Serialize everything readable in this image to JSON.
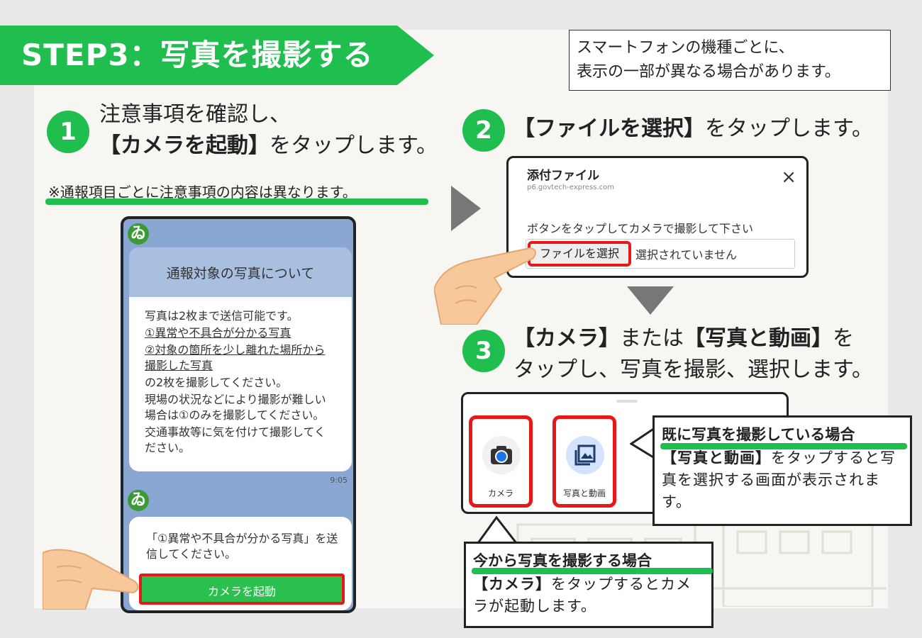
{
  "header": {
    "title": "STEP3：写真を撮影する",
    "note_line1": "スマートフォンの機種ごとに、",
    "note_line2": "表示の一部が異なる場合があります。"
  },
  "step1": {
    "number": "1",
    "line1": "注意事項を確認し、",
    "line2_bold": "【カメラを起動】",
    "line2_rest": "をタップします。",
    "caution": "※通報項目ごとに注意事項の内容は異なります。"
  },
  "phone": {
    "bot_icon": "ゐ",
    "card_title": "通報対象の写真について",
    "body": [
      {
        "text": "写真は2枚まで送信可能です。",
        "underline": false
      },
      {
        "text": "①異常や不具合が分かる写真",
        "underline": true
      },
      {
        "text": "②対象の箇所を少し離れた場所から撮影した写真",
        "underline": true
      },
      {
        "text": "の2枚を撮影してください。",
        "underline": false
      },
      {
        "text": "現場の状況などにより撮影が難しい場合は①のみを撮影してください。",
        "underline": false
      },
      {
        "text": "交通事故等に気を付けて撮影してください。",
        "underline": false
      }
    ],
    "time": "9:05",
    "msg2_text": "「①異常や不具合が分かる写真」を送信してください。",
    "camera_button": "カメラを起動"
  },
  "step2": {
    "number": "2",
    "text_bold": "【ファイルを選択】",
    "text_rest": "をタップします。",
    "dialog_title": "添付ファイル",
    "dialog_domain": "p6.govtech-express.com",
    "dialog_close": "×",
    "dialog_instruction": "ボタンをタップしてカメラで撮影して下さい",
    "file_button": "ファイルを選択",
    "file_status": "選択されていません"
  },
  "step3": {
    "number": "3",
    "line1_bold_a": "【カメラ】",
    "line1_mid": "または",
    "line1_bold_b": "【写真と動画】",
    "line1_end": "を",
    "line2": "タップし、写真を撮影、選択します。",
    "option_camera": "カメラ",
    "option_photos": "写真と動画",
    "camera_icon_color": "#1a73e8",
    "photos_icon_color": "#d3e3fd"
  },
  "callout_existing": {
    "title": "既に写真を撮影している場合",
    "body_bold": "【写真と動画】",
    "body_rest": "をタップすると写真を選択する画面が表示されます。"
  },
  "callout_new": {
    "title": "今から写真を撮影する場合",
    "body_bold": "【カメラ】",
    "body_rest": "をタップするとカメラが起動します。"
  },
  "colors": {
    "accent_green": "#1fbe4f",
    "highlight_red": "#e61919"
  }
}
